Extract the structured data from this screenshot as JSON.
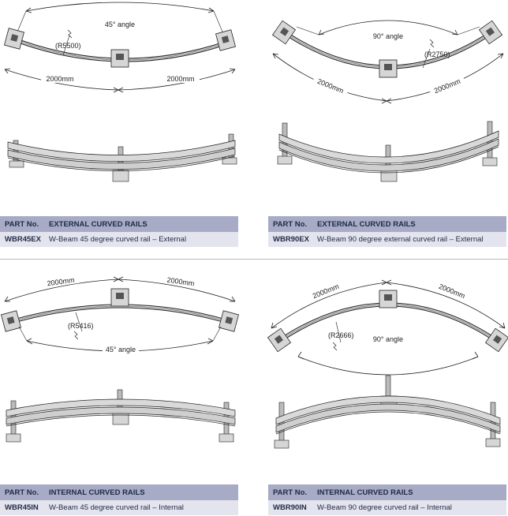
{
  "panels": [
    {
      "id": "wbr45ex",
      "angle_label": "45° angle",
      "radius_label": "(R5500)",
      "length_left": "2000mm",
      "length_right": "2000mm",
      "table": {
        "col1_header": "PART No.",
        "col2_header": "EXTERNAL CURVED RAILS",
        "part_no": "WBR45EX",
        "description": "W-Beam 45 degree curved rail – External"
      }
    },
    {
      "id": "wbr90ex",
      "angle_label": "90° angle",
      "radius_label": "(R2750)",
      "length_left": "2000mm",
      "length_right": "2000mm",
      "table": {
        "col1_header": "PART No.",
        "col2_header": "EXTERNAL CURVED RAILS",
        "part_no": "WBR90EX",
        "description": "W-Beam 90 degree external curved rail – External"
      }
    },
    {
      "id": "wbr45in",
      "angle_label": "45° angle",
      "radius_label": "(R5416)",
      "length_left": "2000mm",
      "length_right": "2000mm",
      "table": {
        "col1_header": "PART No.",
        "col2_header": "INTERNAL CURVED RAILS",
        "part_no": "WBR45IN",
        "description": "W-Beam 45 degree curved rail – Internal"
      }
    },
    {
      "id": "wbr90in",
      "angle_label": "90° angle",
      "radius_label": "(R2666)",
      "length_left": "2000mm",
      "length_right": "2000mm",
      "table": {
        "col1_header": "PART No.",
        "col2_header": "INTERNAL CURVED RAILS",
        "part_no": "WBR90IN",
        "description": "W-Beam 90 degree curved rail – Internal"
      }
    }
  ],
  "colors": {
    "table_header": "#a7abc6",
    "table_row": "#e3e4ee",
    "text": "#1f2a44",
    "rail_fill": "#d9d9d9",
    "line": "#222222"
  }
}
